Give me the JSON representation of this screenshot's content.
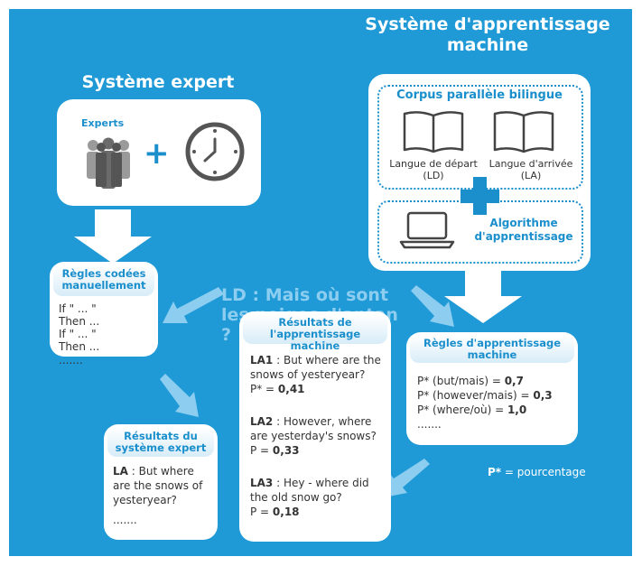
{
  "expert_system": {
    "title": "Système expert",
    "experts_label": "Experts",
    "plus": "+",
    "rules_title": "Règles codées manuellement",
    "rules_lines": [
      "If \" ... \"",
      "Then ...",
      "If \" ... \"",
      "Then ...",
      "......."
    ],
    "results_title": "Résultats du système expert",
    "results": {
      "tag": "LA",
      "text": " : But where are the snows of yesteryear?",
      "ellipsis": "......."
    }
  },
  "ml_system": {
    "title": "Système d'apprentissage machine",
    "corpus_title": "Corpus parallèle bilingue",
    "source_lang": "Langue de départ (LD)",
    "target_lang": "Langue d'arrivée (LA)",
    "algorithm_title": "Algorithme d'apprentissage",
    "rules_title": "Règles d'apprentissage machine",
    "rules": [
      {
        "prefix": "P* (but/mais) = ",
        "value": "0,7"
      },
      {
        "prefix": "P* (however/mais) = ",
        "value": "0,3"
      },
      {
        "prefix": "P* (where/où) = ",
        "value": "1,0"
      }
    ],
    "rules_ellipsis": ".......",
    "results_title": "Résultats de l'apprentissage machine",
    "results": [
      {
        "tag": "LA1",
        "text": " : But where are the snows of yesteryear?",
        "p_label": "P* = ",
        "p": "0,41"
      },
      {
        "tag": "LA2",
        "text": " : However, where are yesterday's snows?",
        "p_label": "P = ",
        "p": "0,33"
      },
      {
        "tag": "LA3",
        "text": " : Hey - where did the old snow go?",
        "p_label": "P = ",
        "p": "0,18"
      }
    ]
  },
  "source_sentence": "LD : Mais où sont les neiges d'antan ?",
  "legend": {
    "key": "P*",
    "text": " = pourcentage"
  },
  "colors": {
    "background": "#1f9ad6",
    "accent": "#1a8fcc",
    "arrow": "#7fc6ea"
  }
}
